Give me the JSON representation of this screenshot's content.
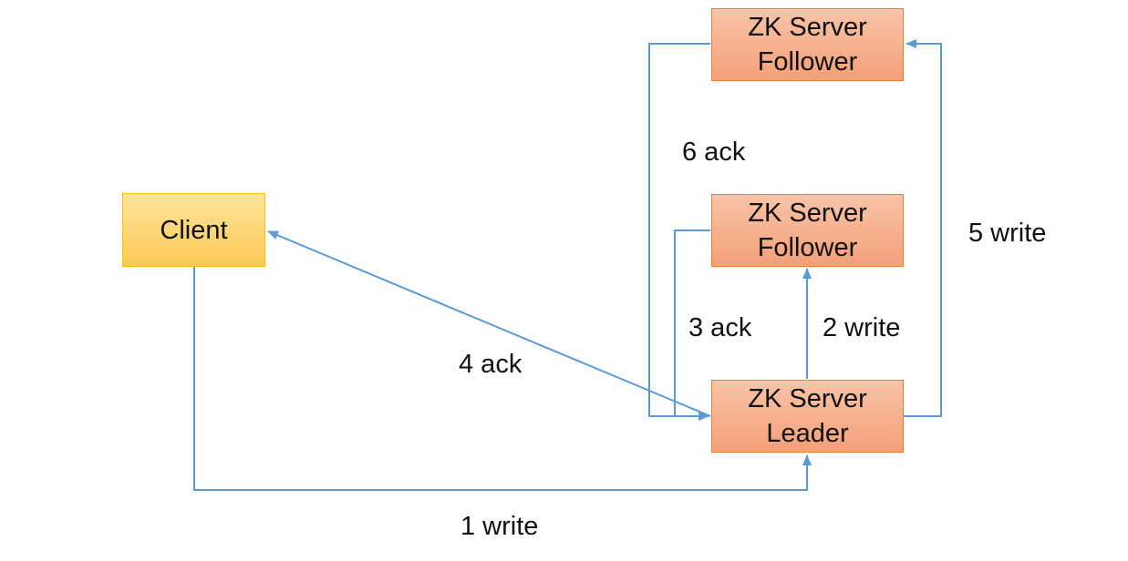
{
  "colors": {
    "connector": "#5b9bd5",
    "client_fill": "#fbd36f",
    "client_border": "#ffc000",
    "server_fill": "#f6b08e",
    "server_border": "#ed7d31"
  },
  "nodes": {
    "client": {
      "label": "Client"
    },
    "follower_top": {
      "line1": "ZK Server",
      "line2": "Follower"
    },
    "follower_mid": {
      "line1": "ZK Server",
      "line2": "Follower"
    },
    "leader": {
      "line1": "ZK Server",
      "line2": "Leader"
    }
  },
  "edges": {
    "write_1": "1 write",
    "write_2": "2 write",
    "ack_3": "3 ack",
    "ack_4": "4 ack",
    "write_5": "5 write",
    "ack_6": "6 ack"
  }
}
